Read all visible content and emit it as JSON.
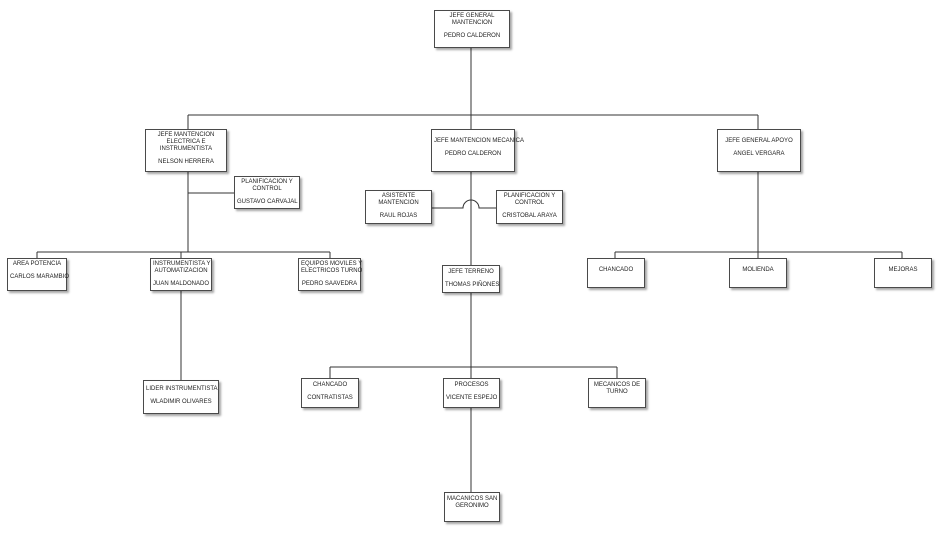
{
  "chart": {
    "nodes": [
      {
        "id": "jefe-general",
        "parts": [
          [
            "JEFE GENERAL",
            "MANTENCION"
          ],
          [
            "PEDRO CALDERON"
          ]
        ]
      },
      {
        "id": "jefe-electrica",
        "parts": [
          [
            "JEFE MANTENCION",
            "ELECTRICA E",
            "INSTRUMENTISTA"
          ],
          [
            "NELSON HERRERA"
          ]
        ]
      },
      {
        "id": "jefe-mecanica",
        "parts": [
          [
            "JEFE MANTENCION MECANICA"
          ],
          [
            "PEDRO CALDERON"
          ]
        ]
      },
      {
        "id": "jefe-apoyo",
        "parts": [
          [
            "JEFE GENERAL APOYO"
          ],
          [
            "ANGEL VERGARA"
          ]
        ]
      },
      {
        "id": "planif-electrica",
        "parts": [
          [
            "PLANIFICACION Y",
            "CONTROL"
          ],
          [
            "GUSTAVO CARVAJAL"
          ]
        ]
      },
      {
        "id": "asistente",
        "parts": [
          [
            "ASISTENTE",
            "MANTENCION"
          ],
          [
            "RAUL ROJAS"
          ]
        ]
      },
      {
        "id": "planif-mecanica",
        "parts": [
          [
            "PLANIFICACION Y",
            "CONTROL"
          ],
          [
            "CRISTOBAL ARAYA"
          ]
        ]
      },
      {
        "id": "area-potencia",
        "parts": [
          [
            "AREA POTENCIA"
          ],
          [
            "CARLOS MARAMBIO"
          ]
        ]
      },
      {
        "id": "instrumentista",
        "parts": [
          [
            "INSTRUMENTISTA Y",
            "AUTOMATIZACION"
          ],
          [
            "JUAN MALDONADO"
          ]
        ]
      },
      {
        "id": "equipos",
        "parts": [
          [
            "EQUIPOS MOVILES Y",
            "ELECTRICOS TURNO"
          ],
          [
            "PEDRO SAAVEDRA"
          ]
        ]
      },
      {
        "id": "jefe-terreno",
        "parts": [
          [
            "JEFE TERRENO"
          ],
          [
            "THOMAS PIÑONES"
          ]
        ]
      },
      {
        "id": "chancado-apoyo",
        "parts": [
          [
            "CHANCADO"
          ]
        ]
      },
      {
        "id": "molienda",
        "parts": [
          [
            "MOLIENDA"
          ]
        ]
      },
      {
        "id": "mejoras",
        "parts": [
          [
            "MEJORAS"
          ]
        ]
      },
      {
        "id": "lider",
        "parts": [
          [
            "LIDER INSTRUMENTISTA"
          ],
          [
            "WLADIMIR OLIVARES"
          ]
        ]
      },
      {
        "id": "chancado-contratistas",
        "parts": [
          [
            "CHANCADO"
          ],
          [
            "CONTRATISTAS"
          ]
        ]
      },
      {
        "id": "procesos",
        "parts": [
          [
            "PROCESOS"
          ],
          [
            "VICENTE ESPEJO"
          ]
        ]
      },
      {
        "id": "mecanicos-turno",
        "parts": [
          [
            "MECANICOS DE",
            "TURNO"
          ]
        ]
      },
      {
        "id": "mecanicos-san",
        "parts": [
          [
            "MACANICOS SAN",
            "GERONIMO"
          ]
        ]
      }
    ]
  }
}
